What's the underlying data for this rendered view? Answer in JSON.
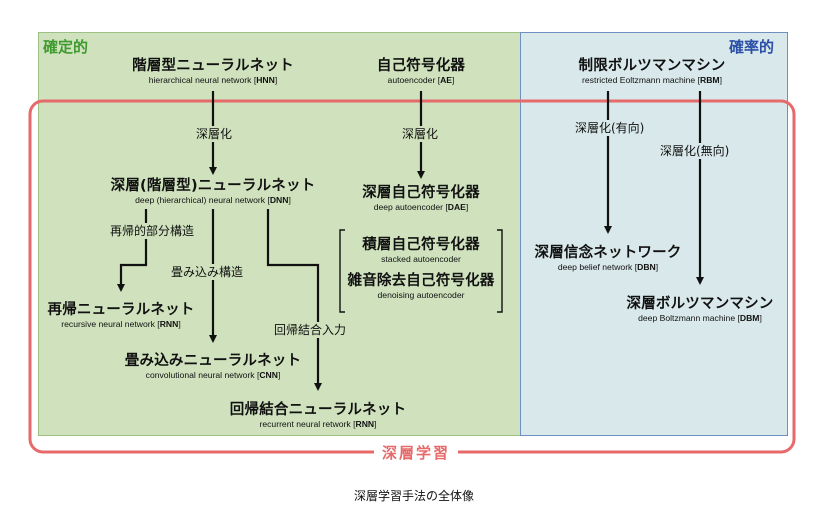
{
  "regions": {
    "deterministic": "確定的",
    "probabilistic": "確率的",
    "deep_learning": "深層学習"
  },
  "nodes": {
    "hnn": {
      "jp": "階層型ニューラルネット",
      "en": "hierarchical neural network [",
      "abbr": "HNN",
      "close": "]"
    },
    "ae": {
      "jp": "自己符号化器",
      "en": "autoencoder [",
      "abbr": "AE",
      "close": "]"
    },
    "rbm": {
      "jp": "制限ボルツマンマシン",
      "en": "restricted Eoltzmann machine [",
      "abbr": "RBM",
      "close": "]"
    },
    "dnn": {
      "jp": "深層(階層型)ニューラルネット",
      "en": "deep (hierarchical) neural network [",
      "abbr": "DNN",
      "close": "]"
    },
    "dae": {
      "jp": "深層自己符号化器",
      "en": "deep autoencoder [",
      "abbr": "DAE",
      "close": "]"
    },
    "sae": {
      "jp": "積層自己符号化器",
      "en": "stacked autoencoder"
    },
    "dnae": {
      "jp": "雑音除去自己符号化器",
      "en": "denoising autoencoder"
    },
    "dbn": {
      "jp": "深層信念ネットワーク",
      "en": "deep belief network [",
      "abbr": "DBN",
      "close": "]"
    },
    "dbm": {
      "jp": "深層ボルツマンマシン",
      "en": "deep Boltzmann machine [",
      "abbr": "DBM",
      "close": "]"
    },
    "recnn": {
      "jp": "再帰ニューラルネット",
      "en": "recursive neural network [",
      "abbr": "RNN",
      "close": "]"
    },
    "cnn": {
      "jp": "畳み込みニューラルネット",
      "en": "convolutional neural network [",
      "abbr": "CNN",
      "close": "]"
    },
    "rnn": {
      "jp": "回帰結合ニューラルネット",
      "en": "recurrent neural retwork [",
      "abbr": "RNN",
      "close": "]"
    }
  },
  "edges": {
    "deepen1": "深層化",
    "deepen2": "深層化",
    "deepen_directed": "深層化(有向)",
    "deepen_undirected": "深層化(無向)",
    "recursive_structure": "再帰的部分構造",
    "convolution_structure": "畳み込み構造",
    "recurrent_input": "回帰結合入力"
  },
  "caption": "深層学習手法の全体像",
  "colors": {
    "deterministic_fill": "#cfe2bd",
    "probabilistic_fill": "#d9e8ea",
    "deterministic_title": "#3f9a2f",
    "probabilistic_title": "#2b4fa8",
    "deep_learning_border": "#e66a6a"
  }
}
